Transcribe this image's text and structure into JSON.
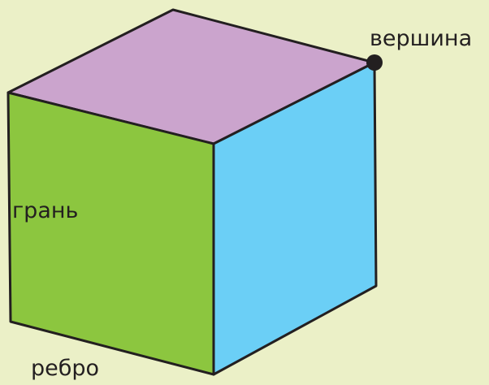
{
  "labels": {
    "vertex": "вершина",
    "face": "грань",
    "edge": "ребро"
  },
  "colors": {
    "background": "#ebf0c7",
    "top_face": "#cba4cd",
    "front_face": "#8cc63f",
    "side_face": "#6bcff6",
    "outline": "#231f20",
    "vertex_dot": "#231f20"
  }
}
